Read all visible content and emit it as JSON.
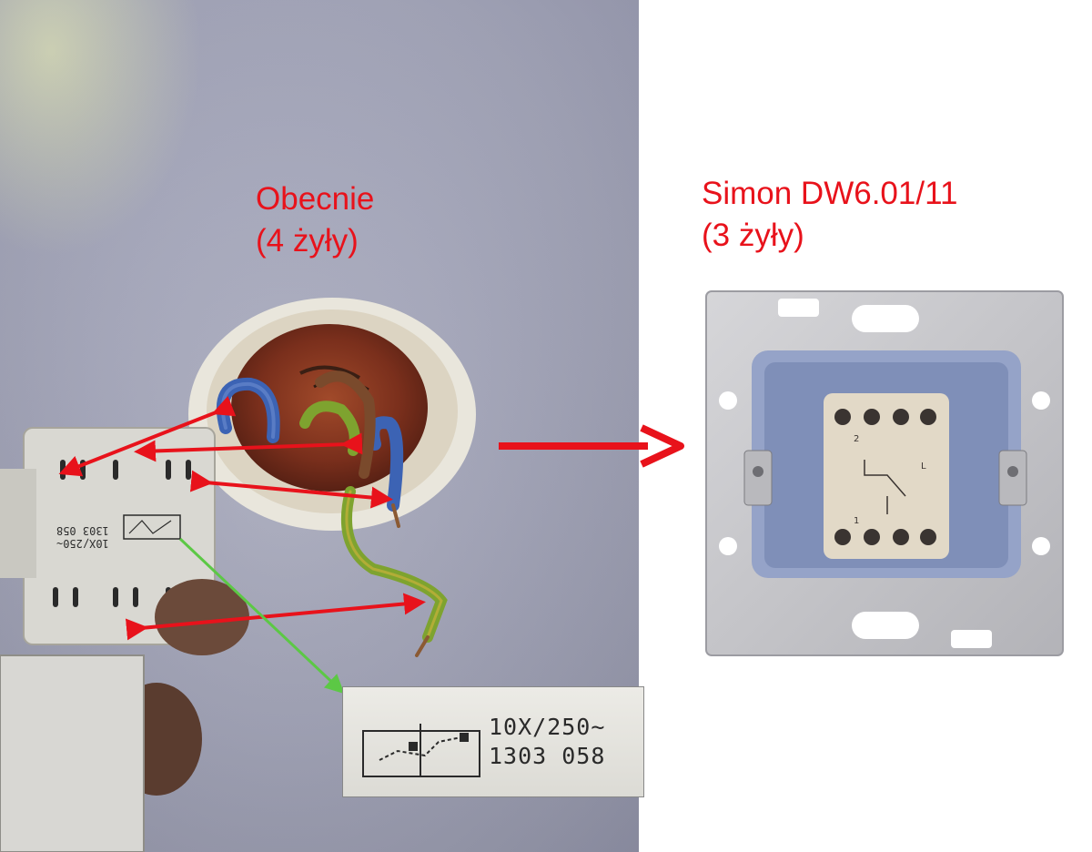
{
  "captions": {
    "current": {
      "line1": "Obecnie",
      "line2": "(4 żyły)"
    },
    "target": {
      "line1": "Simon DW6.01/11",
      "line2": "(3 żyły)"
    }
  },
  "switch_label": {
    "rating": "10X/250~",
    "code": "1303 058"
  },
  "inset_label": {
    "rating": "10X/250~",
    "code": "1303 058"
  },
  "simon_terminal_marks": {
    "top": "2",
    "bottom": "1",
    "side": "L"
  },
  "colors": {
    "annotation_red": "#e8121b",
    "annotation_green": "#5cc845",
    "wall": "#a7a9bd",
    "wire_blue": "#3c63b4",
    "wire_brown": "#7a4a2c",
    "wire_green_yellow": "#7ea32f"
  },
  "icons": [
    "red-arrow",
    "green-arrow",
    "wiring-diagram-icon"
  ]
}
